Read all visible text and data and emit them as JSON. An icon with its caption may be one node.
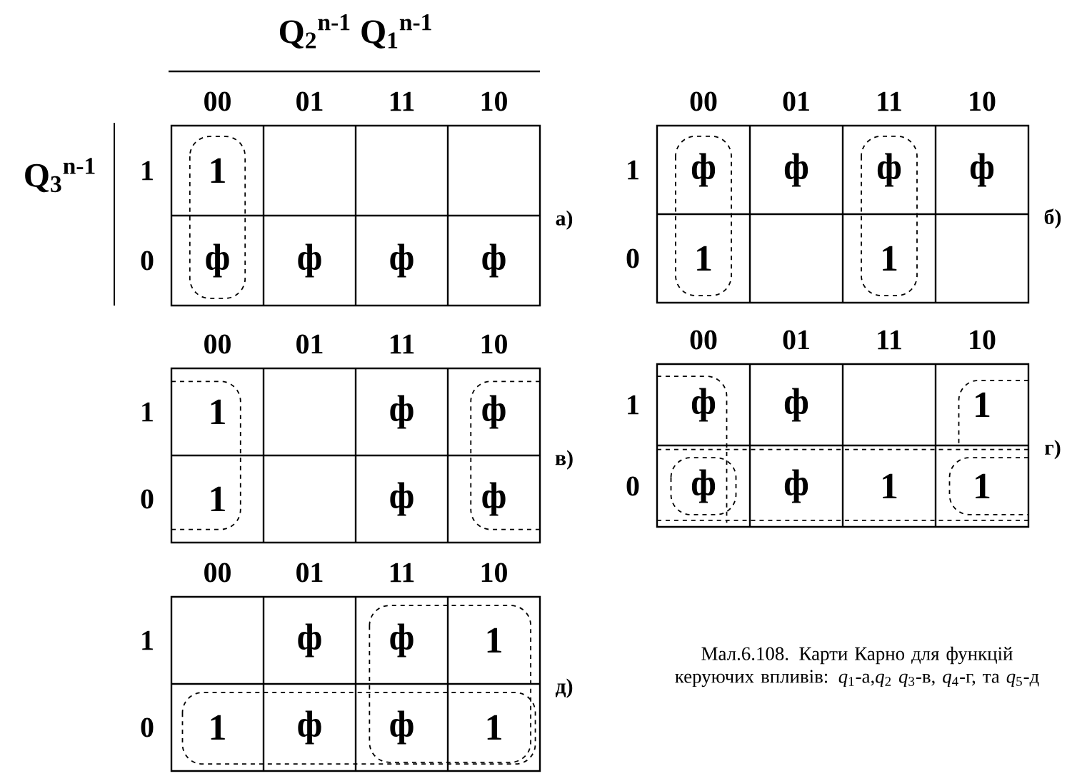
{
  "diagram": {
    "caption": "Мал.6.108. Карти Карно для функцій керуючих впливів: *q*$_{1}$-а,*q*$_{2}$ *q*$_{3}$-в, *q*$_{4}$-г, та *q*$_{5}$-д",
    "labels": [
      "Q$_{2}$$^{n-1}$ Q$_{1}$$^{n-1}$",
      "Q$_{3}$$^{n-1}$",
      "00",
      "01",
      "11",
      "10",
      "1",
      "1",
      "0",
      "ф",
      "ф",
      "ф",
      "ф",
      "а)",
      "00",
      "01",
      "11",
      "10",
      "1",
      "ф",
      "ф",
      "ф",
      "ф",
      "0",
      "1",
      "1",
      "б)",
      "00",
      "01",
      "11",
      "10",
      "1",
      "1",
      "ф",
      "ф",
      "0",
      "1",
      "ф",
      "ф",
      "в)",
      "00",
      "01",
      "11",
      "10",
      "1",
      "ф",
      "ф",
      "1",
      "0",
      "ф",
      "ф",
      "1",
      "1",
      "г)",
      "00",
      "01",
      "11",
      "10",
      "1",
      "ф",
      "ф",
      "1",
      "0",
      "1",
      "ф",
      "ф",
      "1",
      "д)"
    ]
  }
}
